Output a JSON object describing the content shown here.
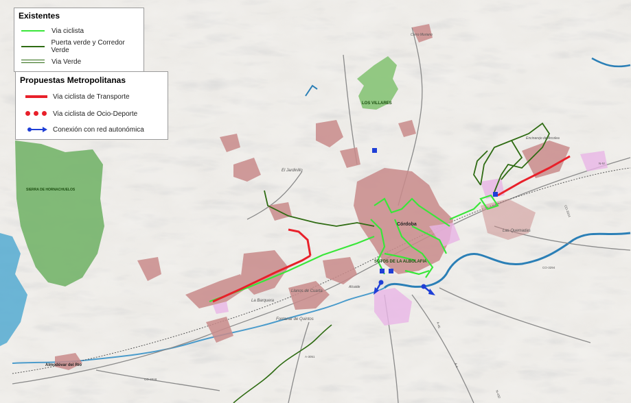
{
  "legend_existentes": {
    "title": "Existentes",
    "items": [
      {
        "label": "Via ciclista",
        "color": "#39e639"
      },
      {
        "label": "Puerta verde y Corredor Verde",
        "color": "#2e6b12"
      },
      {
        "label": "Via Verde",
        "color": "#2e6b12"
      }
    ]
  },
  "legend_propuestas": {
    "title": "Propuestas Metropolitanas",
    "items": [
      {
        "label": "Via ciclista de Transporte",
        "color": "#e8202a"
      },
      {
        "label": "Via ciclista de Ocio-Deporte",
        "color": "#e8202a"
      },
      {
        "label": "Conexión con red autonómica",
        "color": "#1f3fd6"
      }
    ]
  },
  "places": {
    "cordoba": "Córdoba",
    "sotos": "SOTOS DE LA ALBOLAFIA",
    "villares": "LOS VILLARES",
    "hornachuelos": "SIERRA DE HORNACHUELOS",
    "almodovar": "Almodóvar del Río",
    "barquera": "La Barquera",
    "llanos": "Llanos de Cuarta",
    "fontanar": "Fontanar de Quintos",
    "quemadas": "Las Quemadas",
    "encinarejo": "Encinarejo de Arcolea",
    "cerro": "Cerro Muriano",
    "jardinillo": "El Jardinillo",
    "alcaide": "Alcaide"
  },
  "roads": {
    "a3051": "A-3051",
    "co3314": "CO-3314",
    "co3294": "CO-3294",
    "co3318": "CO-3318",
    "a45": "A-45",
    "n432": "N-432",
    "a4": "A-4",
    "nv": "N-IV"
  },
  "colors": {
    "urban": "#c98b8b",
    "pink": "#e9b5e6",
    "forest": "#74b46a",
    "water": "#2b7fb6",
    "bike_existing": "#39e639",
    "green_corridor": "#2e6b12",
    "bike_proposed": "#e8202a",
    "connection": "#1f3fd6"
  }
}
